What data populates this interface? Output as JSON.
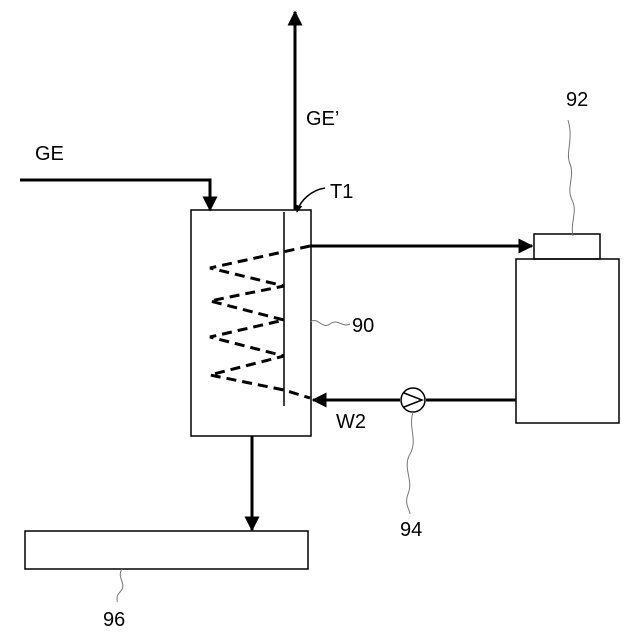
{
  "labels": {
    "gas_in": "GE",
    "gas_out": "GE’",
    "sensor": "T1",
    "vessel": "90",
    "unit": "92",
    "pump": "94",
    "tank": "96",
    "return_line": "W2"
  }
}
